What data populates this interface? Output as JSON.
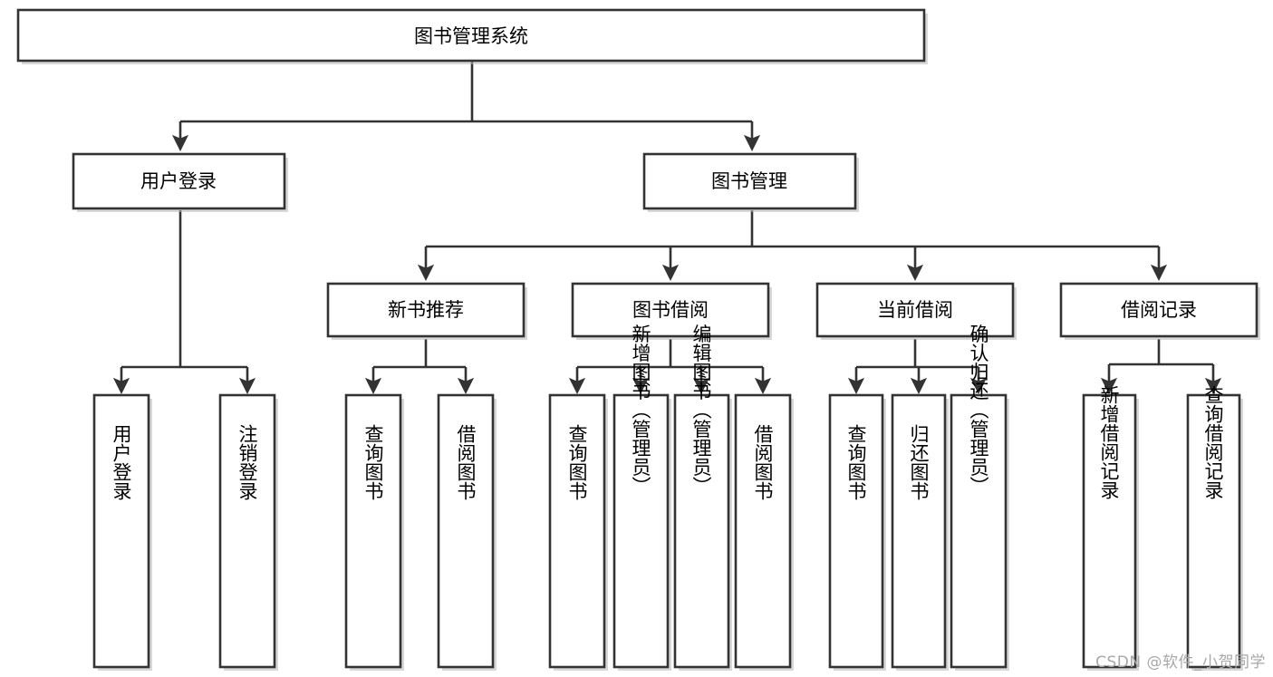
{
  "diagram": {
    "type": "tree",
    "title": "图书管理系统",
    "watermark": "CSDN @软件_小贺同学",
    "colors": {
      "stroke": "#333333",
      "fill": "#ffffff",
      "shadow": "#b8b8b8",
      "watermark": "#a8a8a8"
    },
    "nodes": {
      "root": {
        "label": "图书管理系统"
      },
      "level2": [
        {
          "id": "user-login",
          "label": "用户登录"
        },
        {
          "id": "book-manage",
          "label": "图书管理"
        }
      ],
      "level3": [
        {
          "id": "new-book-recommend",
          "label": "新书推荐"
        },
        {
          "id": "book-borrow",
          "label": "图书借阅"
        },
        {
          "id": "current-borrow",
          "label": "当前借阅"
        },
        {
          "id": "borrow-record",
          "label": "借阅记录"
        }
      ],
      "leaves": {
        "user-login": [
          {
            "id": "leaf-user-login",
            "label": "用户登录"
          },
          {
            "id": "leaf-logout-login",
            "label": "注销登录"
          }
        ],
        "new-book-recommend": [
          {
            "id": "leaf-query-book-1",
            "label": "查询图书"
          },
          {
            "id": "leaf-borrow-book-1",
            "label": "借阅图书"
          }
        ],
        "book-borrow": [
          {
            "id": "leaf-query-book-2",
            "label": "查询图书"
          },
          {
            "id": "leaf-add-book",
            "label": "新增图书（管理员）"
          },
          {
            "id": "leaf-edit-book",
            "label": "编辑图书（管理员）"
          },
          {
            "id": "leaf-borrow-book-2",
            "label": "借阅图书"
          }
        ],
        "current-borrow": [
          {
            "id": "leaf-query-book-3",
            "label": "查询图书"
          },
          {
            "id": "leaf-return-book",
            "label": "归还图书"
          },
          {
            "id": "leaf-confirm-return",
            "label": "确认归还（管理员）"
          }
        ],
        "borrow-record": [
          {
            "id": "leaf-add-record",
            "label": "新增借阅记录"
          },
          {
            "id": "leaf-query-record",
            "label": "查询借阅记录"
          }
        ]
      }
    }
  }
}
